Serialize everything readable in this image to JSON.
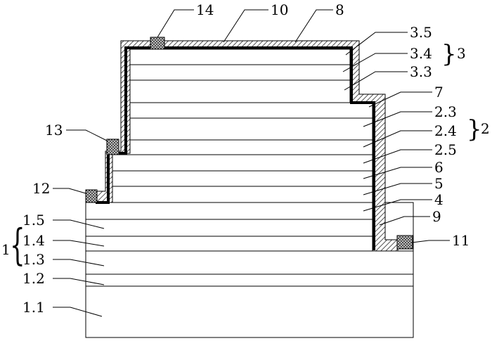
{
  "diagram": {
    "labels": {
      "l14": "14",
      "l10": "10",
      "l8": "8",
      "l3_5": "3.5",
      "l3_4": "3.4",
      "l3_3": "3.3",
      "l3": "3",
      "l7": "7",
      "l2_3": "2.3",
      "l2_4": "2.4",
      "l2_5": "2.5",
      "l2": "2",
      "l6": "6",
      "l5": "5",
      "l4": "4",
      "l9": "9",
      "l13": "13",
      "l12": "12",
      "l11": "11",
      "l1_5": "1.5",
      "l1_4": "1.4",
      "l1_3": "1.3",
      "l1_2": "1.2",
      "l1_1": "1.1",
      "l1": "1"
    },
    "colors": {
      "line": "#000000",
      "hatch": "#555555",
      "background": "#ffffff"
    }
  }
}
